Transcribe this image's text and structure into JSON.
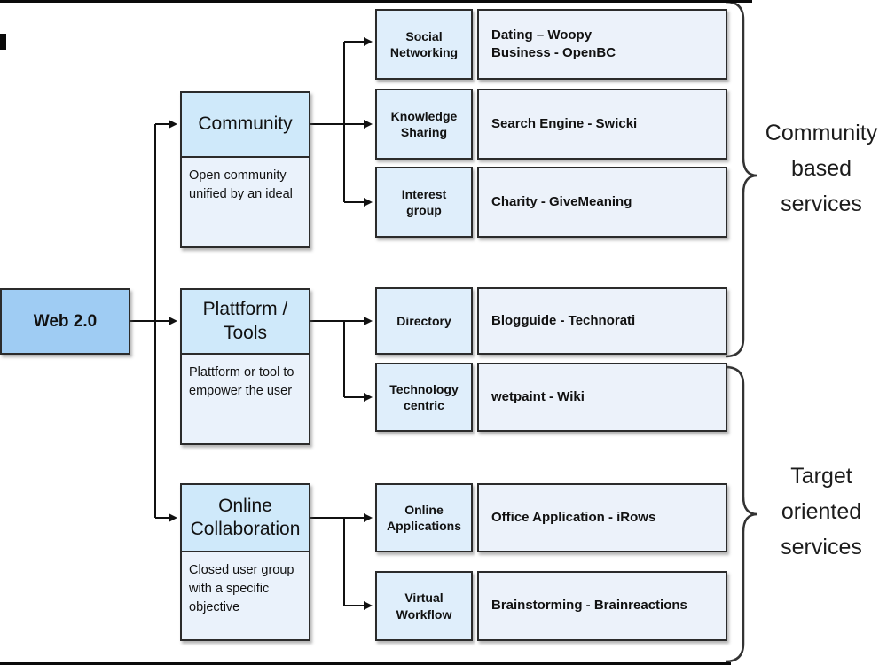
{
  "root_label": "Web 2.0",
  "branches": [
    {
      "title": "Community",
      "description": "Open community\nunified by an ideal"
    },
    {
      "title": "Plattform /\nTools",
      "description": "Plattform or tool to\nempower the user"
    },
    {
      "title": "Online\nCollaboration",
      "description": "Closed user group\nwith a specific\nobjective"
    }
  ],
  "rows": [
    {
      "category": "Social\nNetworking",
      "example": "Dating – Woopy\nBusiness - OpenBC"
    },
    {
      "category": "Knowledge\nSharing",
      "example": "Search Engine - Swicki"
    },
    {
      "category": "Interest\ngroup",
      "example": "Charity - GiveMeaning"
    },
    {
      "category": "Directory",
      "example": "Blogguide - Technorati"
    },
    {
      "category": "Technology\ncentric",
      "example": "wetpaint - Wiki"
    },
    {
      "category": "Online\nApplications",
      "example": "Office Application - iRows"
    },
    {
      "category": "Virtual\nWorkflow",
      "example": "Brainstorming - Brainreactions"
    }
  ],
  "groups": [
    {
      "label": "Community\nbased\nservices"
    },
    {
      "label": "Target\noriented\nservices"
    }
  ],
  "colors": {
    "root_fill": "#9fccf3",
    "header_fill": "#cfe9fa",
    "body_fill": "#eaf2fb",
    "category_fill": "#dfeefb",
    "example_fill": "#ecf2fa",
    "border": "#2b2b2b",
    "connector": "#111111"
  }
}
